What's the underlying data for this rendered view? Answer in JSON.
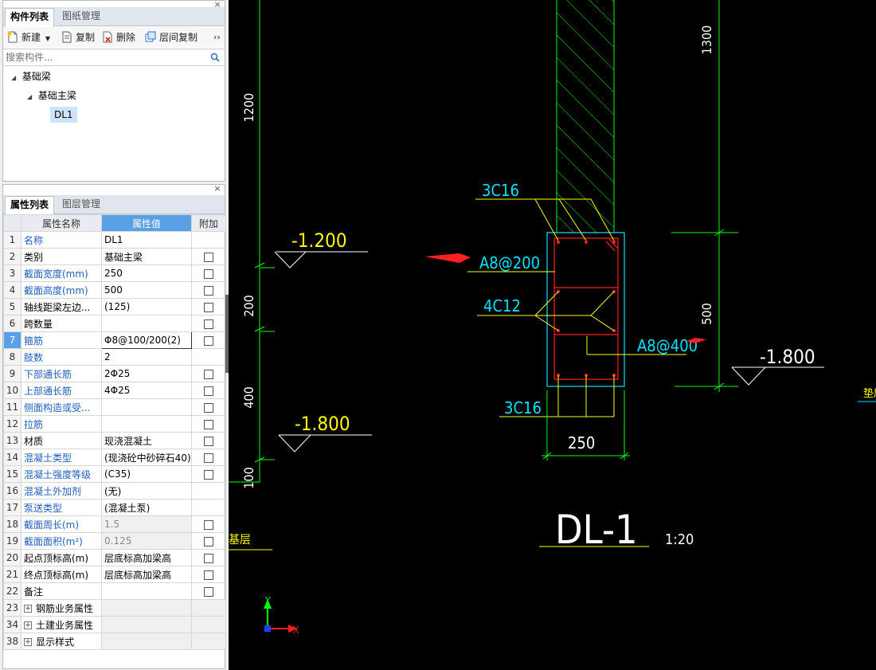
{
  "component_panel": {
    "tabs": [
      "构件列表",
      "图纸管理"
    ],
    "toolbar": {
      "new_label": "新建",
      "copy_label": "复制",
      "delete_label": "删除",
      "floor_copy_label": "层间复制",
      "more": "››"
    },
    "search_placeholder": "搜索构件...",
    "tree": {
      "root": "基础梁",
      "child": "基础主梁",
      "leaf": "DL1"
    },
    "close": "×"
  },
  "property_panel": {
    "tabs": [
      "属性列表",
      "图层管理"
    ],
    "close": "×",
    "headers": [
      "属性名称",
      "属性值",
      "附加"
    ],
    "rows": [
      {
        "idx": "1",
        "name": "名称",
        "value": "DL1",
        "blue": true,
        "check": false
      },
      {
        "idx": "2",
        "name": "类别",
        "value": "基础主梁",
        "blue": false,
        "check": true
      },
      {
        "idx": "3",
        "name": "截面宽度(mm)",
        "value": "250",
        "blue": true,
        "check": true
      },
      {
        "idx": "4",
        "name": "截面高度(mm)",
        "value": "500",
        "blue": true,
        "check": true
      },
      {
        "idx": "5",
        "name": "轴线距梁左边...",
        "value": "(125)",
        "blue": false,
        "check": true
      },
      {
        "idx": "6",
        "name": "跨数量",
        "value": "",
        "blue": false,
        "check": true
      },
      {
        "idx": "7",
        "name": "箍筋",
        "value": "Φ8@100/200(2)",
        "blue": true,
        "check": true,
        "selected": true
      },
      {
        "idx": "8",
        "name": "肢数",
        "value": "2",
        "blue": true,
        "check": false
      },
      {
        "idx": "9",
        "name": "下部通长筋",
        "value": "2Φ25",
        "blue": true,
        "check": true
      },
      {
        "idx": "10",
        "name": "上部通长筋",
        "value": "4Φ25",
        "blue": true,
        "check": true
      },
      {
        "idx": "11",
        "name": "侧面构造或受...",
        "value": "",
        "blue": true,
        "check": true
      },
      {
        "idx": "12",
        "name": "拉筋",
        "value": "",
        "blue": true,
        "check": true
      },
      {
        "idx": "13",
        "name": "材质",
        "value": "现浇混凝土",
        "blue": false,
        "check": true
      },
      {
        "idx": "14",
        "name": "混凝土类型",
        "value": "(现浇砼中砂碎石40)",
        "blue": true,
        "check": true
      },
      {
        "idx": "15",
        "name": "混凝土强度等级",
        "value": "(C35)",
        "blue": true,
        "check": true
      },
      {
        "idx": "16",
        "name": "混凝土外加剂",
        "value": "(无)",
        "blue": true,
        "check": false
      },
      {
        "idx": "17",
        "name": "泵送类型",
        "value": "(混凝土泵)",
        "blue": true,
        "check": false
      },
      {
        "idx": "18",
        "name": "截面周长(m)",
        "value": "1.5",
        "blue": true,
        "check": true,
        "gray": true
      },
      {
        "idx": "19",
        "name": "截面面积(m²)",
        "value": "0.125",
        "blue": true,
        "check": true,
        "gray": true
      },
      {
        "idx": "20",
        "name": "起点顶标高(m)",
        "value": "层底标高加梁高",
        "blue": false,
        "check": true
      },
      {
        "idx": "21",
        "name": "终点顶标高(m)",
        "value": "层底标高加梁高",
        "blue": false,
        "check": true
      },
      {
        "idx": "22",
        "name": "备注",
        "value": "",
        "blue": false,
        "check": true
      },
      {
        "idx": "23",
        "name": "钢筋业务属性",
        "value": "",
        "group": true
      },
      {
        "idx": "34",
        "name": "土建业务属性",
        "value": "",
        "group": true
      },
      {
        "idx": "38",
        "name": "显示样式",
        "value": "",
        "group": true
      }
    ]
  },
  "drawing": {
    "dim_1200": "1200",
    "dim_200": "200",
    "dim_400": "400",
    "dim_100": "100",
    "dim_1300": "1300",
    "dim_500": "500",
    "dim_250": "250",
    "elev_left_top": "-1.200",
    "elev_left_bottom": "-1.800",
    "elev_right": "-1.800",
    "label_top_bars": "3C16",
    "label_stirrup": "A8@200",
    "label_side_bars": "4C12",
    "label_tie": "A8@400",
    "label_bottom_bars": "3C16",
    "title": "DL-1",
    "scale": "1:20",
    "left_layer_text": "基层",
    "right_layer_text": "垫层",
    "axis_x": "X",
    "axis_y": "Y",
    "colors": {
      "green": "#00ff00",
      "yellow": "#ffff00",
      "cyan": "#00e5ff",
      "red": "#ff2020",
      "white": "#ffffff"
    }
  }
}
